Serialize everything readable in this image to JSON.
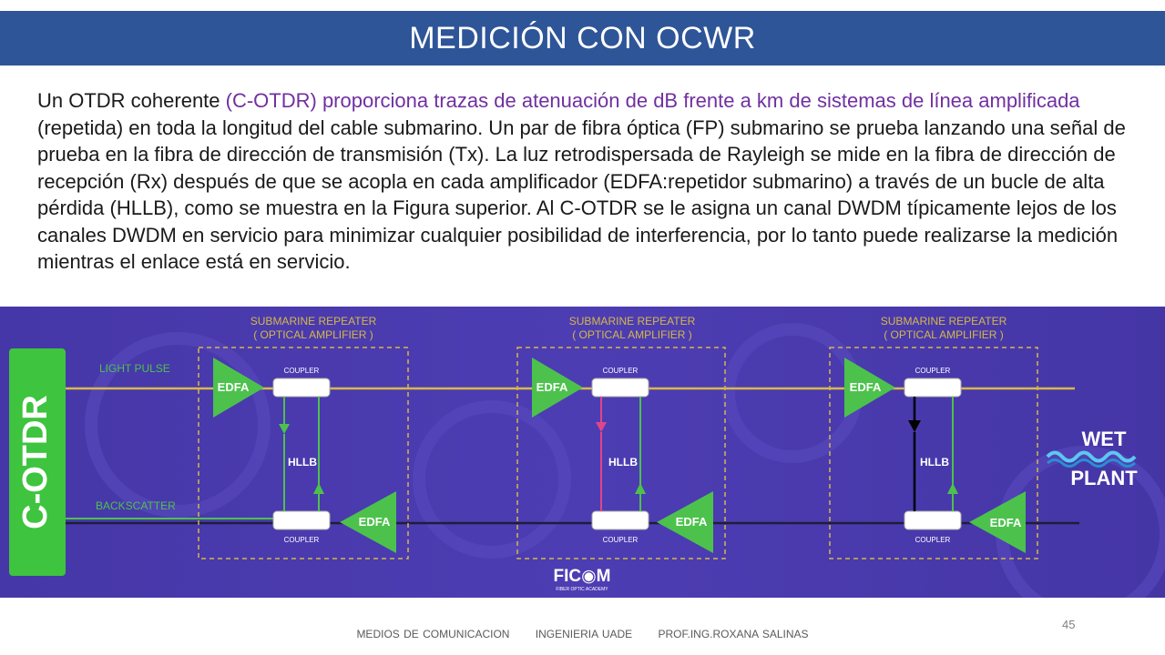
{
  "slide": {
    "title": "MEDICIÓN CON OCWR",
    "paragraph": {
      "part1": "Un OTDR coherente ",
      "part2_highlight": "(C-OTDR) proporciona trazas de atenuación de dB frente a km de sistemas de línea amplificada",
      "part3": " (repetida) en toda la longitud del cable submarino. Un par de fibra óptica (FP) submarino se prueba lanzando una señal de prueba en la fibra de dirección de transmisión (Tx). La luz retrodispersada de Rayleigh se mide en la fibra de dirección de recepción (Rx) después de que se acopla en cada amplificador (EDFA:repetidor submarino) a través de un bucle de alta pérdida (HLLB), como se muestra en la Figura superior. Al C-OTDR se le asigna un canal DWDM típicamente lejos de los canales DWDM en servicio para minimizar cualquier posibilidad de interferencia, por lo tanto puede realizarse la medición mientras el enlace está en servicio."
    },
    "page_number": "45",
    "footer": {
      "course": "MEDIOS DE COMUNICACION",
      "school": "INGENIERIA  UADE",
      "professor": "PROF.ING.ROXANA SALINAS"
    }
  },
  "diagram": {
    "device_label": "C-OTDR",
    "light_pulse_label": "LIGHT PULSE",
    "backscatter_label": "BACKSCATTER",
    "repeater_title_line1": "SUBMARINE REPEATER",
    "repeater_title_line2": "( OPTICAL AMPLIFIER )",
    "coupler_label": "COUPLER",
    "hllb_label": "HLLB",
    "edfa_label": "EDFA",
    "wet_label": "WET",
    "plant_label": "PLANT",
    "logo_text": "FIC◉M",
    "logo_sub": "FIBER OPTIC ACADEMY",
    "colors": {
      "background": "#4a3bb0",
      "amplifier_green": "#4cc24c",
      "device_green": "#3ec43e",
      "tx_fiber_yellow": "#d9b84a",
      "rx_fiber_dark": "#1e1e3a",
      "dashed_box": "#d4b84a",
      "pink_arrow": "#e0468a"
    }
  }
}
